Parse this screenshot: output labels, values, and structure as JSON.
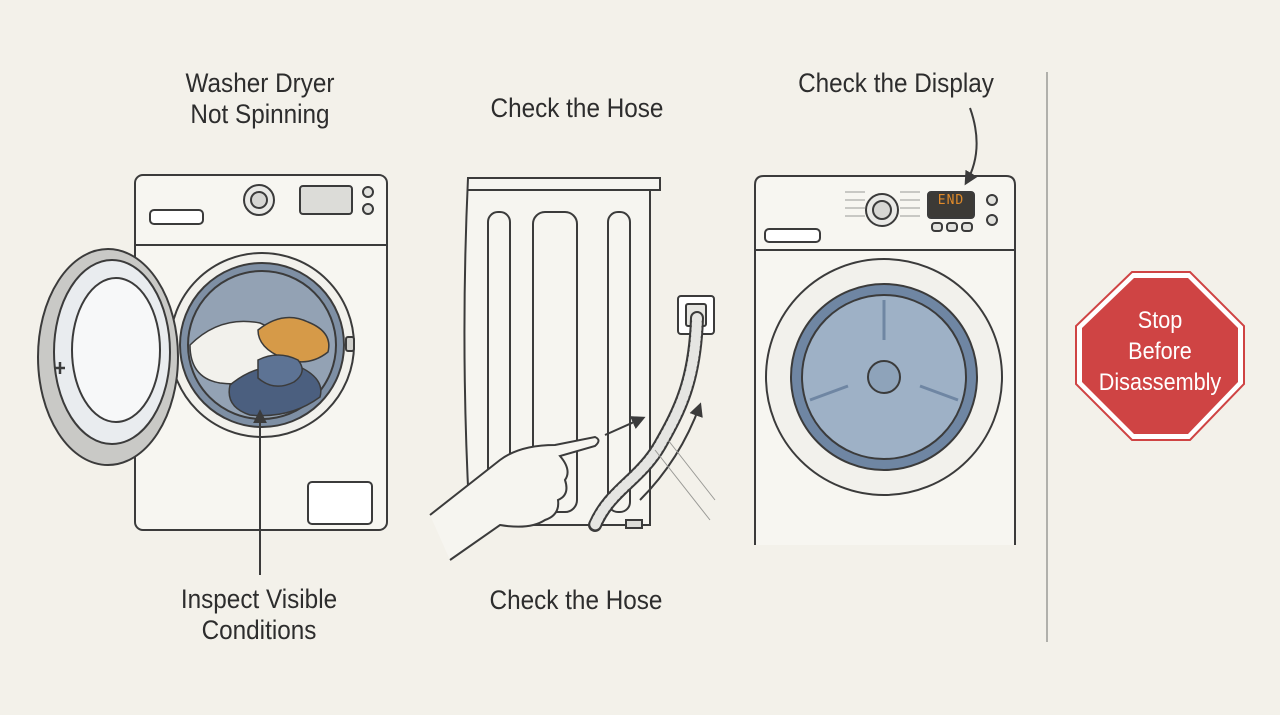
{
  "steps": [
    {
      "title_line1": "Washer Dryer",
      "title_line2": "Not Spinning",
      "caption_line1": "Inspect Visible",
      "caption_line2": "Conditions"
    },
    {
      "title": "Check the Hose",
      "caption": "Check the Hose"
    },
    {
      "title": "Check the Display",
      "display_text": "END"
    }
  ],
  "warning": {
    "line1": "Stop",
    "line2": "Before",
    "line3": "Disassembly"
  },
  "colors": {
    "background": "#f3f1ea",
    "line": "#3b3b3b",
    "drum_blue": "#6f86a3",
    "stop_red": "#cf4444",
    "display_orange": "#e08a2a",
    "cloth_orange": "#d69a48",
    "cloth_blue": "#4b5f7f"
  }
}
